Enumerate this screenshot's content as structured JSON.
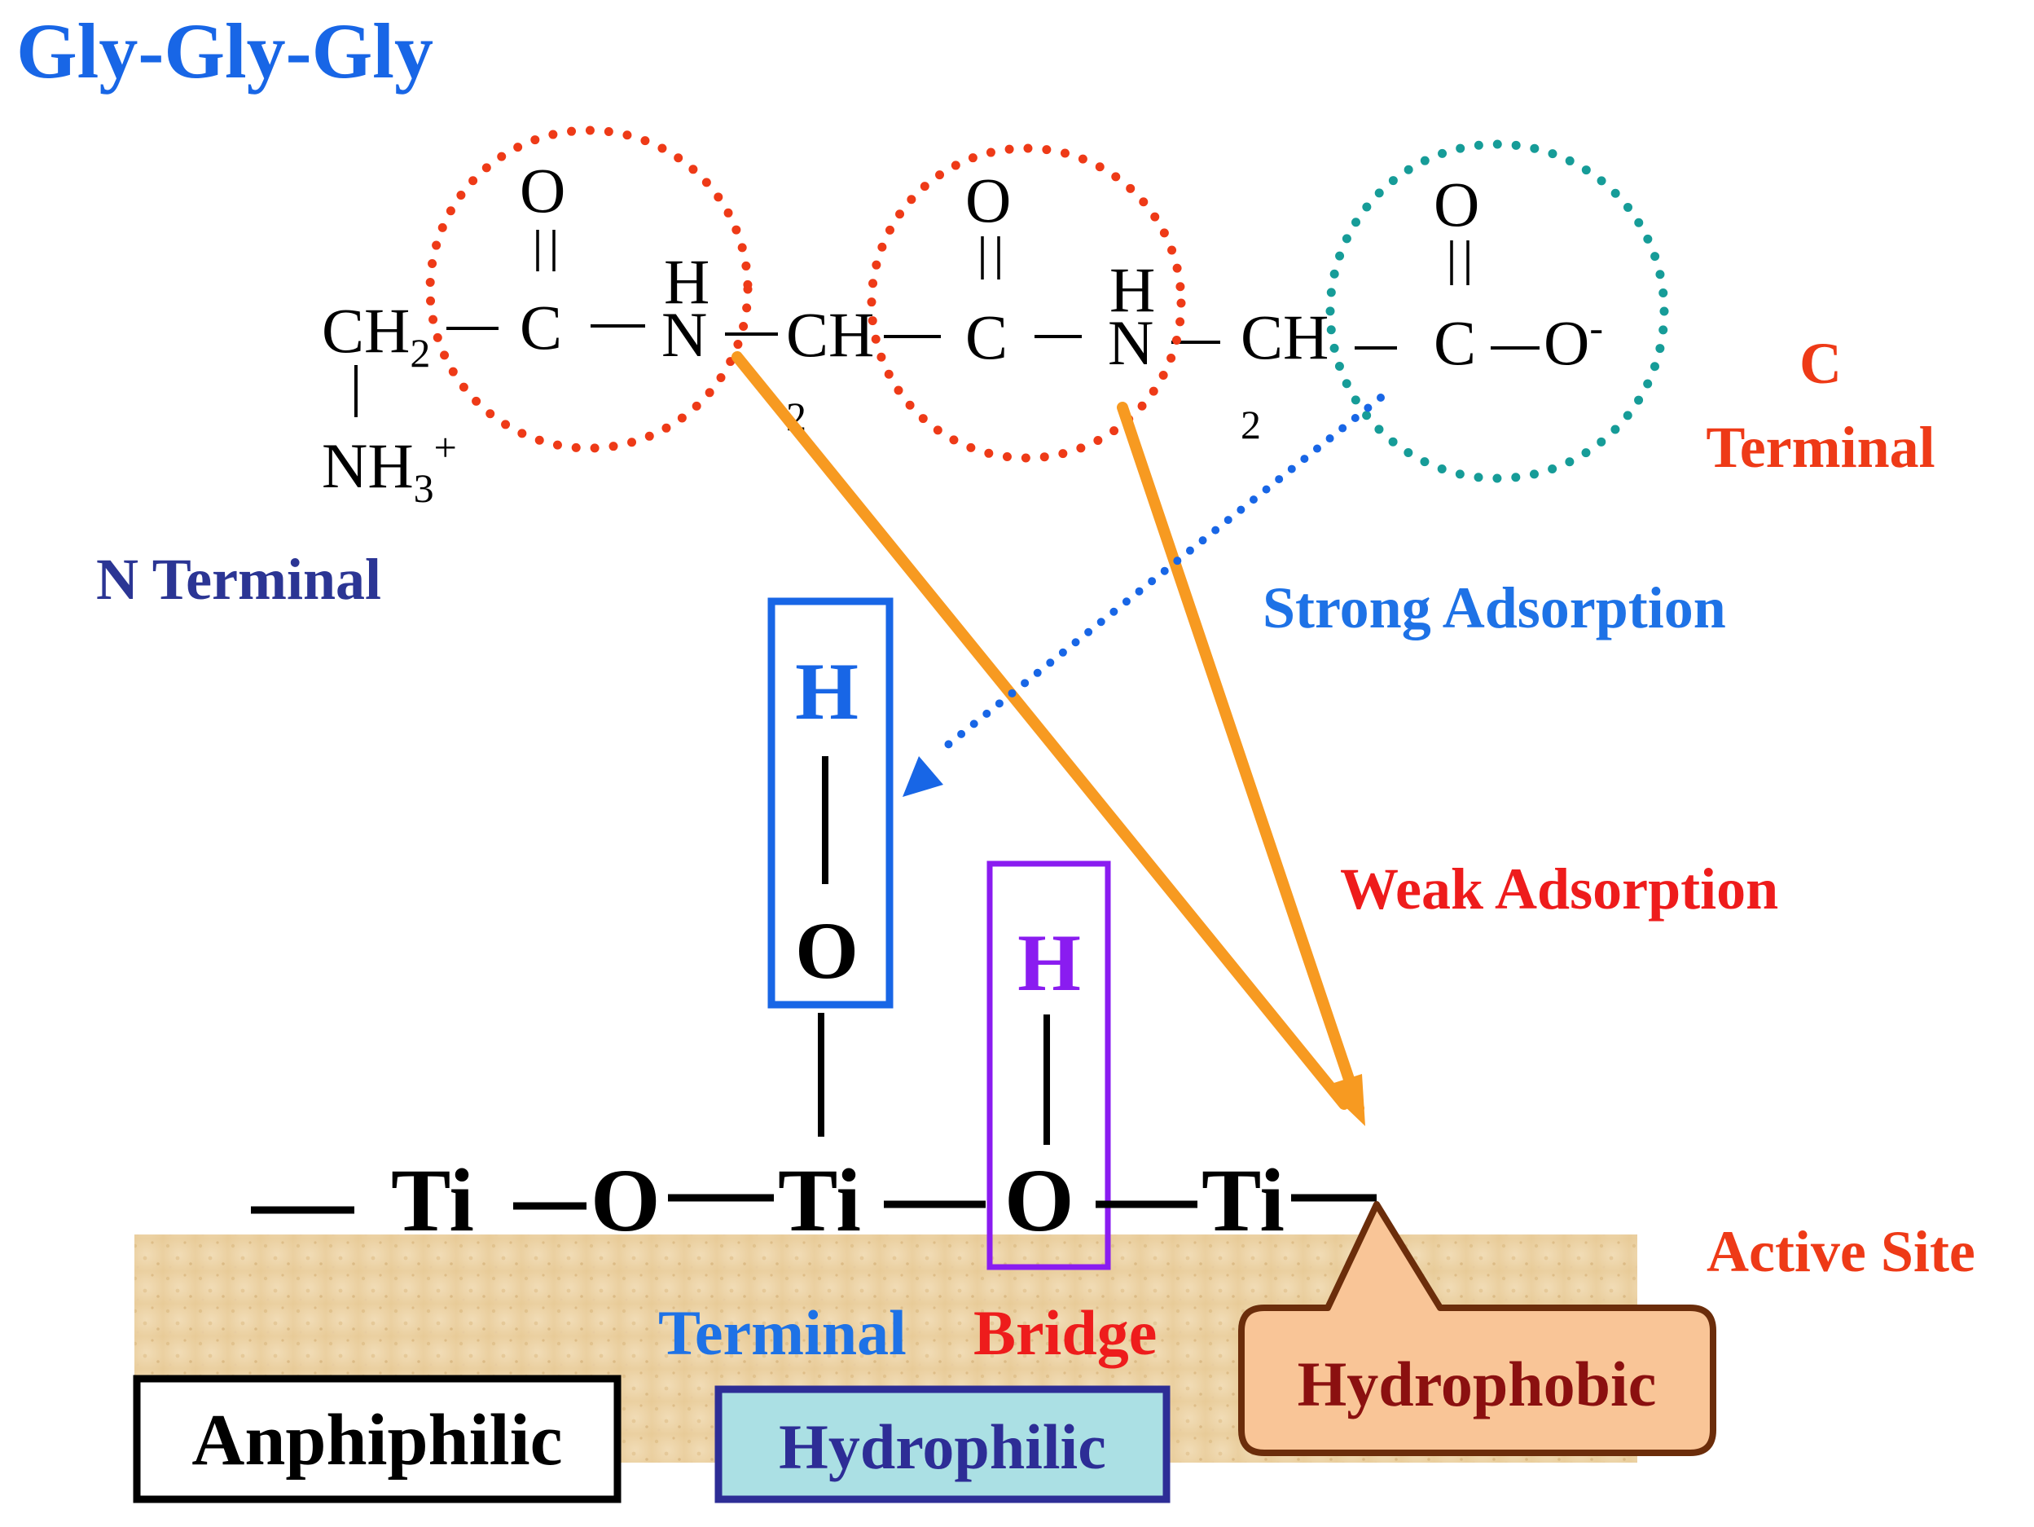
{
  "title": "Gly-Gly-Gly",
  "molecule": {
    "ch2_left": "CH",
    "ch2_left_sub": "2",
    "c1": "C",
    "o1": "O",
    "n1": "N",
    "h1": "H",
    "ch_mid": "CH",
    "ch_mid_sub": "2",
    "c2": "C",
    "o2": "O",
    "n2": "N",
    "h2": "H",
    "ch_right": "CH",
    "ch_right_sub": "2",
    "c3": "C",
    "o3_top": "O",
    "o3_right": "O",
    "o3_charge": "-",
    "nh3": "NH",
    "nh3_sub": "3",
    "nh3_charge": "+"
  },
  "labels": {
    "n_terminal": "N Terminal",
    "c_terminal_line1": "C",
    "c_terminal_line2": "Terminal",
    "strong_adsorption": "Strong Adsorption",
    "weak_adsorption": "Weak Adsorption",
    "active_site": "Active Site",
    "terminal": "Terminal",
    "bridge": "Bridge"
  },
  "surface": {
    "ti": "Ti",
    "o": "O",
    "terminal_h": "H",
    "terminal_o": "O",
    "bridge_h": "H",
    "bridge_o": "O"
  },
  "boxes": {
    "anphiphilic": "Anphiphilic",
    "hydrophilic": "Hydrophilic",
    "hydrophobic": "Hydrophobic"
  },
  "colors": {
    "title_blue": "#1866e6",
    "red_circle": "#ee3a17",
    "teal_circle": "#169c98",
    "orange_arrow": "#f79a21",
    "blue_dotted": "#1866e6",
    "n_terminal": "#2b3594",
    "c_terminal": "#ee3a17",
    "strong": "#1e72e6",
    "weak": "#ee1c1c",
    "active_site": "#ee3a17",
    "terminal_box": "#1866e6",
    "bridge_box": "#8a1cf0",
    "hydrophilic_fill": "#abe0e4",
    "hydrophilic_border": "#2d2d96",
    "hydrophobic_fill": "#f9c597",
    "hydrophobic_border": "#6b2d0b",
    "hydrophobic_text": "#8b1010",
    "surface": "#eed5ab"
  }
}
